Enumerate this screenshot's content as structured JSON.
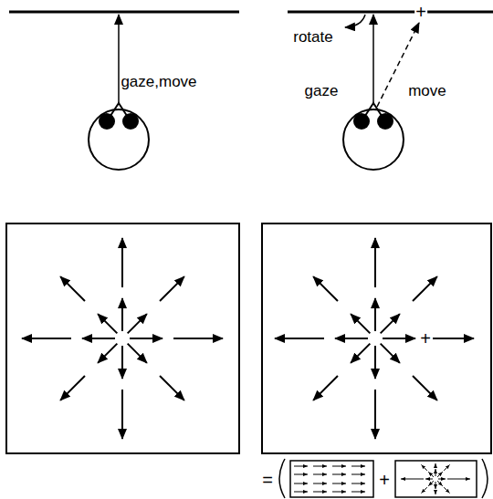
{
  "diagram": {
    "labels": [
      "gaze,move",
      "rotate",
      "gaze",
      "move",
      "+",
      "+",
      "=",
      "+"
    ]
  }
}
